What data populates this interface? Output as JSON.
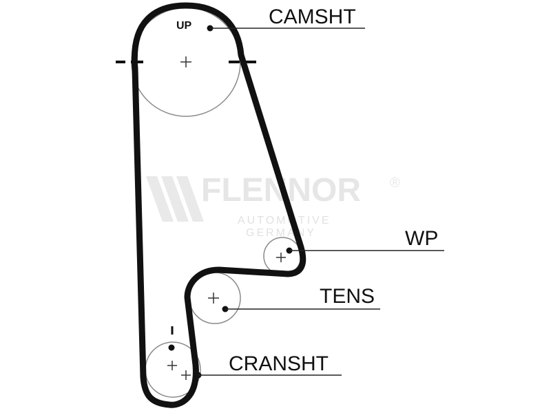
{
  "labels": {
    "camshaft": "CAMSHT",
    "camshaft_mark": "UP",
    "water_pump": "WP",
    "tensioner": "TENS",
    "crankshaft": "CRANSHT"
  },
  "watermark": {
    "brand": "FLENNOR",
    "registered": "®",
    "line1": "AUTOMOTIVE",
    "line2": "GERMANY"
  },
  "colors": {
    "belt": "#111111",
    "pulley_outline": "#8a8a8a",
    "leader_line": "#222222",
    "watermark": "#e6e6e6"
  }
}
